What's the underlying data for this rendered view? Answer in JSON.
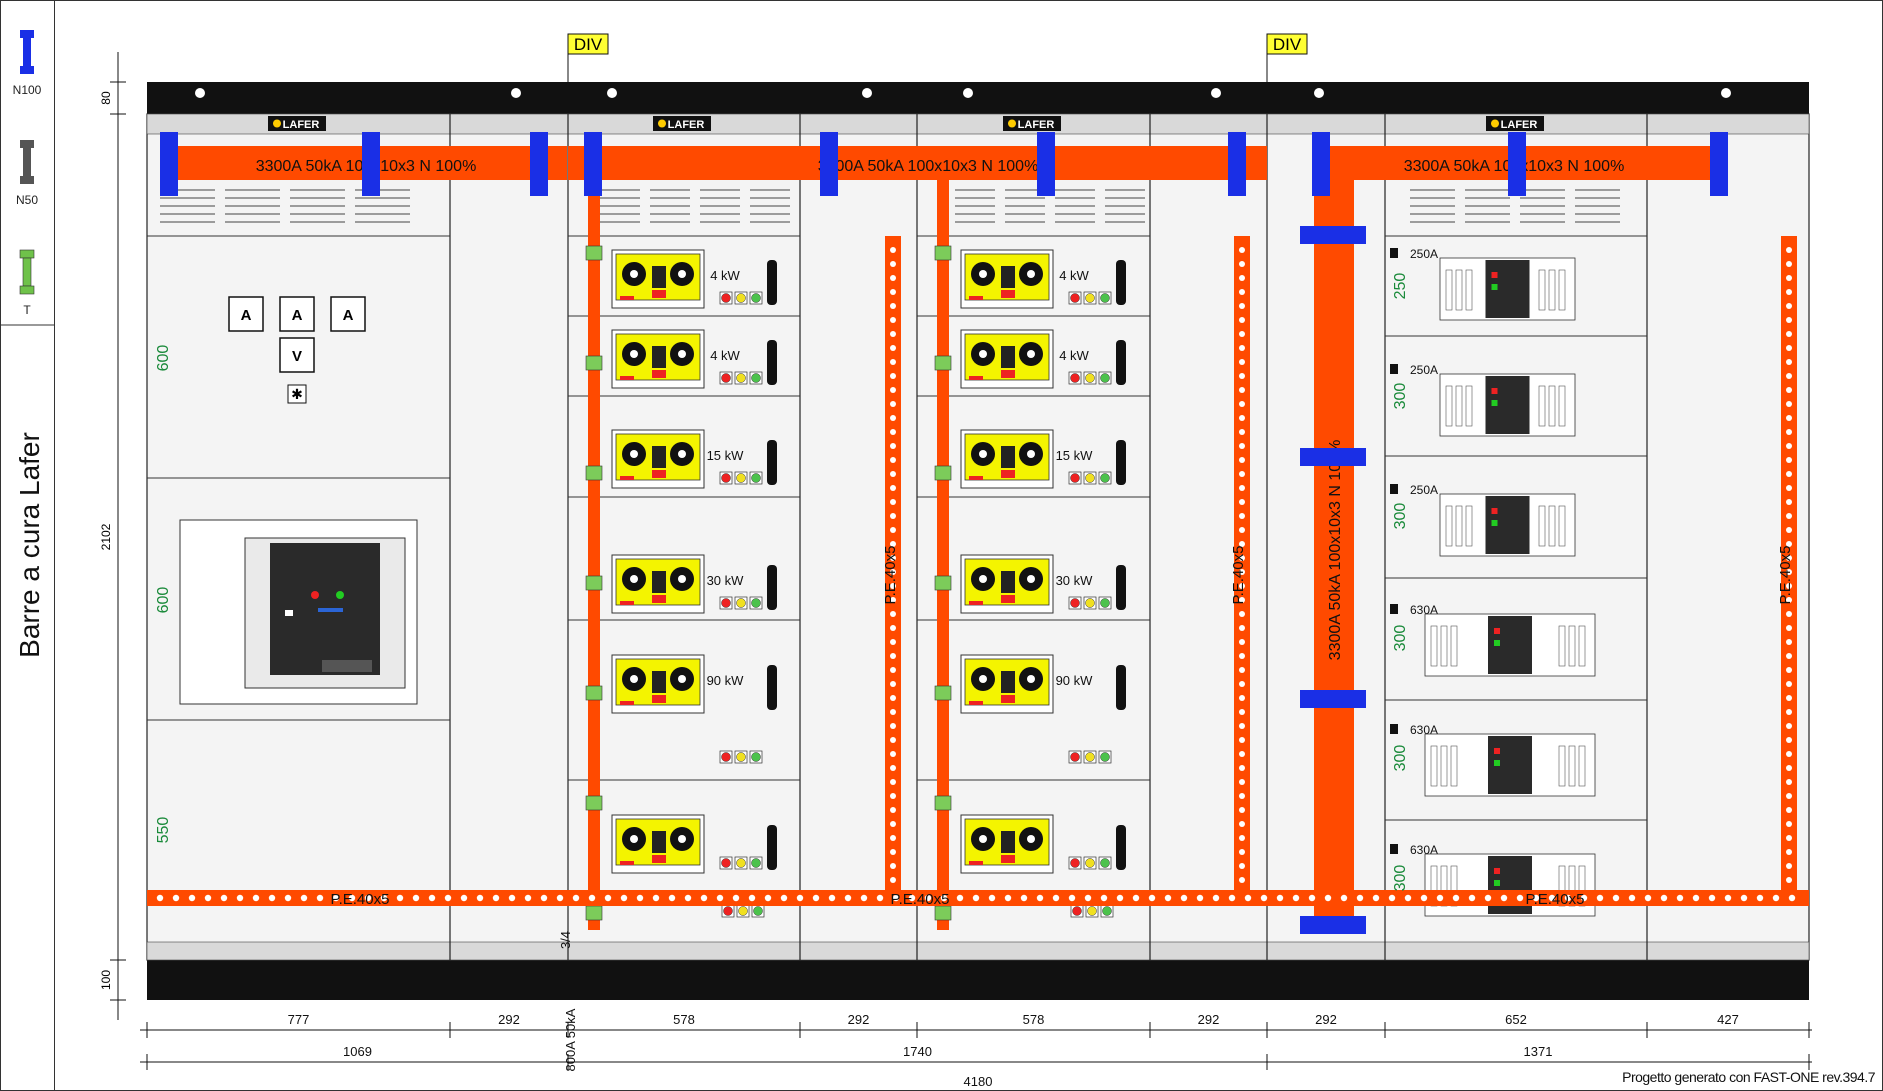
{
  "legend": {
    "items": [
      {
        "label": "N100",
        "color": "#1f3fd0"
      },
      {
        "label": "N50",
        "color": "#555555"
      },
      {
        "label": "T",
        "color": "#6fc24a"
      }
    ],
    "side_title": "Barre a cura Lafer"
  },
  "dividers": [
    "DIV",
    "DIV"
  ],
  "brand": "LAFER",
  "busbars": {
    "main": [
      "3300A 50kA 100x10x3 N 100%",
      "3300A 50kA 100x10x3 N 100%",
      "3300A 50kA 100x10x3 N 100%"
    ],
    "vertical": "3300A 50kA 100x10x3 N 100%",
    "pe_horizontal": [
      "P.E.40x5",
      "P.E.40x5",
      "P.E.40x5"
    ],
    "pe_vertical": [
      "P.E.40x5",
      "P.E.40x5",
      "P.E.40x5"
    ],
    "sub_vertical": [
      "800A 50kA",
      "3/4"
    ]
  },
  "dimensions": {
    "overall_height": "2102",
    "top_height": "80",
    "bottom_height": "100",
    "compartments_left": [
      "600",
      "600",
      "550"
    ],
    "compartments_right": [
      "250",
      "300",
      "300",
      "300",
      "300",
      "300"
    ],
    "widths_row1": [
      "777",
      "292",
      "578",
      "292",
      "578",
      "292",
      "292",
      "652",
      "427"
    ],
    "widths_row2": [
      "1069",
      "1740",
      "1371"
    ],
    "total_width": "4180"
  },
  "meters": [
    "A",
    "A",
    "A",
    "V"
  ],
  "motor_starters": [
    "4 kW",
    "4 kW",
    "15 kW",
    "30 kW",
    "90 kW",
    ""
  ],
  "breakers": [
    "250A",
    "250A",
    "250A",
    "630A",
    "630A",
    "630A"
  ],
  "colors": {
    "busbar": "#ff4a00",
    "support": "#1a2fe6",
    "frame_black": "#111111",
    "panel_fill": "#f2f2f2",
    "dim_text": "#1a8a3a",
    "label_yellow": "#ffff33",
    "operator_yellow": "#f4f400"
  },
  "footer": "Progetto generato con FAST-ONE rev.394.7"
}
